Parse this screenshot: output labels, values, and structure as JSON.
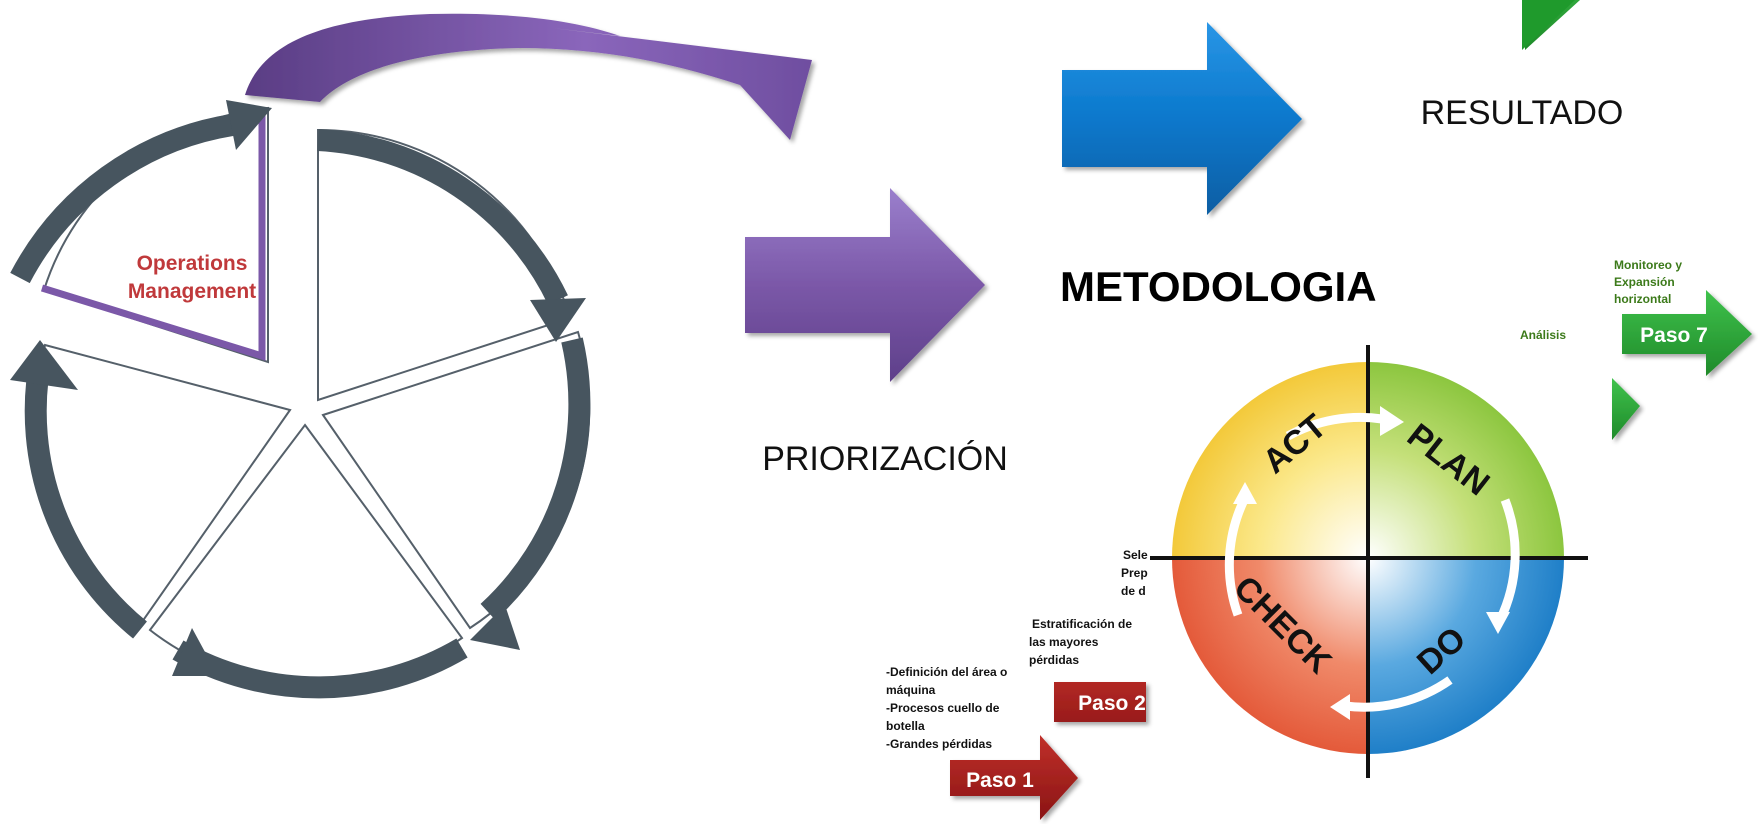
{
  "cycle": {
    "center_label_line1": "Operations",
    "center_label_line2": "Management"
  },
  "labels": {
    "resultado": "RESULTADO",
    "metodologia": "METODOLOGIA",
    "priorizacion": "PRIORIZACIÓN"
  },
  "pdca": {
    "act": "ACT",
    "plan": "PLAN",
    "do": "DO",
    "check": "CHECK"
  },
  "steps": {
    "paso1": {
      "label": "Paso 1",
      "desc": [
        "-Definición del área o",
        "máquina",
        "-Procesos cuello de",
        "botella",
        "-Grandes pérdidas"
      ]
    },
    "paso2": {
      "label": "Paso 2",
      "desc": [
        "Estratificación de",
        "las mayores",
        "pérdidas"
      ]
    },
    "paso3_partial": {
      "desc": [
        "Sele",
        "Prep",
        "de d"
      ]
    },
    "paso6_partial": {
      "desc": "Análisis"
    },
    "paso7": {
      "label": "Paso 7",
      "desc": [
        "Monitoreo y",
        "Expansión",
        "horizontal"
      ]
    }
  },
  "colors": {
    "cycle_arrow": "#47555f",
    "purple": "#7b58a8",
    "blue": "#0a78cc",
    "green": "#2f9e3a",
    "step_red": "#a31a1a",
    "ops_text": "#c0393b",
    "step_green_text": "#3c7a1a"
  }
}
